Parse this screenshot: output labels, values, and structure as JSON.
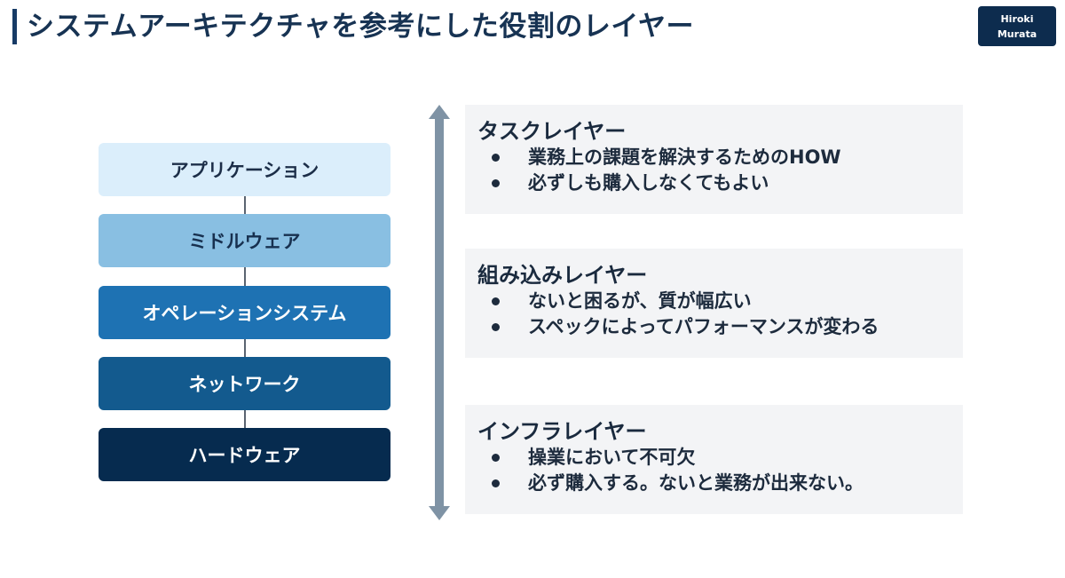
{
  "slide": {
    "title": "システムアーキテクチャを参考にした役割のレイヤー",
    "author_line1": "Hiroki",
    "author_line2": "Murata"
  },
  "stack": {
    "layers": [
      {
        "label": "アプリケーション"
      },
      {
        "label": "ミドルウェア"
      },
      {
        "label": "オペレーションシステム"
      },
      {
        "label": "ネットワーク"
      },
      {
        "label": "ハードウェア"
      }
    ]
  },
  "panels": [
    {
      "title": "タスクレイヤー",
      "bullets": [
        "業務上の課題を解決するためのHOW",
        "必ずしも購入しなくてもよい"
      ]
    },
    {
      "title": "組み込みレイヤー",
      "bullets": [
        "ないと困るが、質が幅広い",
        "スペックによってパフォーマンスが変わる"
      ]
    },
    {
      "title": "インフラレイヤー",
      "bullets": [
        "操業において不可欠",
        "必ず購入する。ないと業務が出来ない。"
      ]
    }
  ],
  "colors": {
    "layer_1": "#dbeefb",
    "layer_2": "#89bfe2",
    "layer_3": "#1e72b3",
    "layer_4": "#135a8e",
    "layer_5": "#062b4f",
    "arrow": "#7f93a5",
    "panel_bg": "#f3f4f6"
  },
  "icons": {
    "scale_arrow": "double-headed-vertical-arrow"
  }
}
